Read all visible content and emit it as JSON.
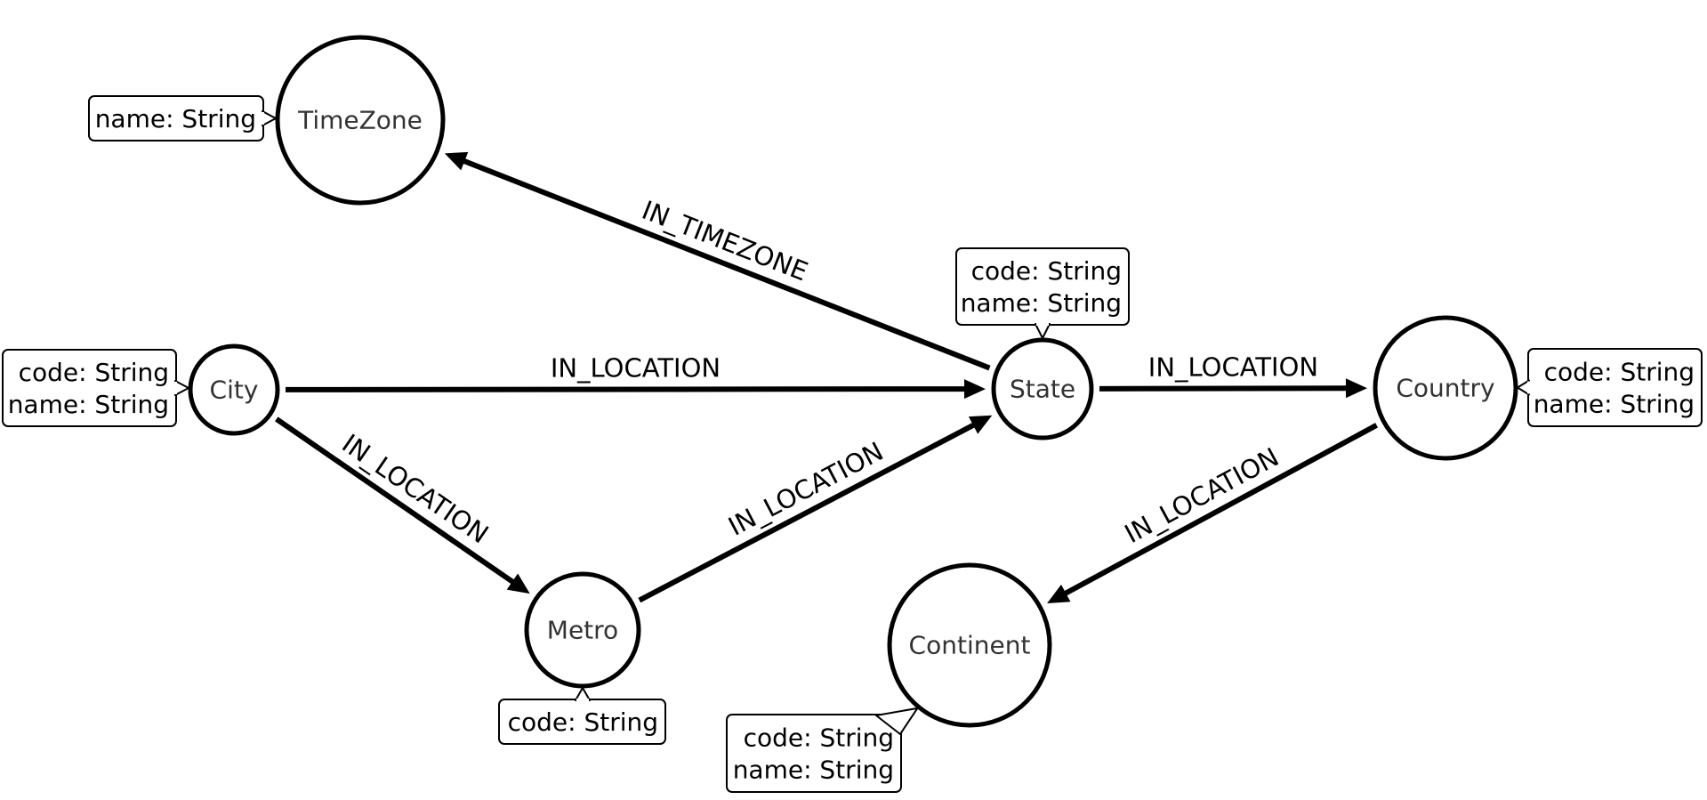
{
  "diagram": {
    "type": "graph-schema",
    "nodes": [
      {
        "id": "timezone",
        "label": "TimeZone",
        "properties": [
          "name: String"
        ]
      },
      {
        "id": "city",
        "label": "City",
        "properties": [
          "code: String",
          "name: String"
        ]
      },
      {
        "id": "state",
        "label": "State",
        "properties": [
          "code: String",
          "name: String"
        ]
      },
      {
        "id": "country",
        "label": "Country",
        "properties": [
          "code: String",
          "name: String"
        ]
      },
      {
        "id": "metro",
        "label": "Metro",
        "properties": [
          "code: String"
        ]
      },
      {
        "id": "continent",
        "label": "Continent",
        "properties": [
          "code: String",
          "name: String"
        ]
      }
    ],
    "edges": [
      {
        "from": "state",
        "to": "timezone",
        "label": "IN_TIMEZONE"
      },
      {
        "from": "city",
        "to": "state",
        "label": "IN_LOCATION"
      },
      {
        "from": "city",
        "to": "metro",
        "label": "IN_LOCATION"
      },
      {
        "from": "metro",
        "to": "state",
        "label": "IN_LOCATION"
      },
      {
        "from": "state",
        "to": "country",
        "label": "IN_LOCATION"
      },
      {
        "from": "country",
        "to": "continent",
        "label": "IN_LOCATION"
      }
    ]
  }
}
